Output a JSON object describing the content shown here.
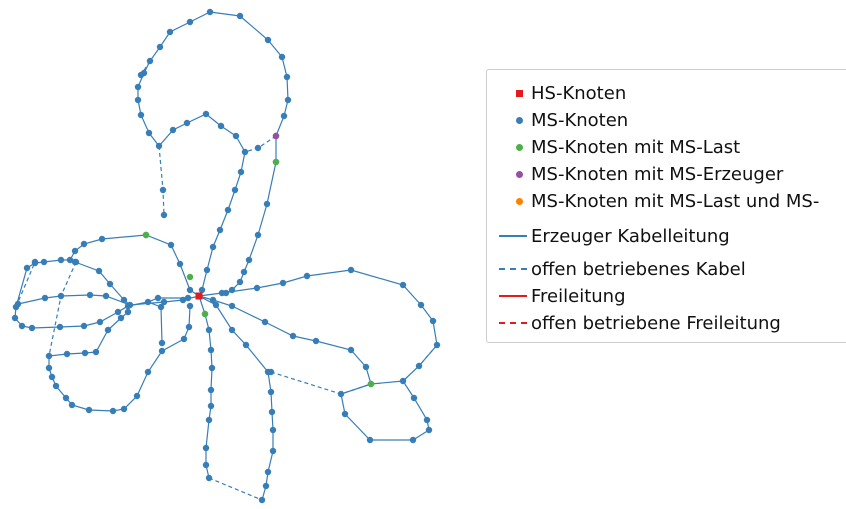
{
  "colors": {
    "hs": "#e41a1c",
    "ms": "#377eb8",
    "ms_last": "#4daf4a",
    "ms_erzeuger": "#984ea3",
    "ms_last_erzeuger": "#ff7f00",
    "kabel": "#377eb8",
    "freileitung": "#e41a1c"
  },
  "legend": {
    "hs_knoten": "HS-Knoten",
    "ms_knoten": "MS-Knoten",
    "ms_last": "MS-Knoten mit MS-Last",
    "ms_erzeuger": "MS-Knoten mit MS-Erzeuger",
    "ms_last_erzeuger": "MS-Knoten mit MS-Last und MS-",
    "kabel": "Erzeuger Kabelleitung",
    "offen_kabel": "offen betriebenes Kabel",
    "freileitung": "Freileitung",
    "offen_freileitung": "offen betriebene Freileitung"
  }
}
